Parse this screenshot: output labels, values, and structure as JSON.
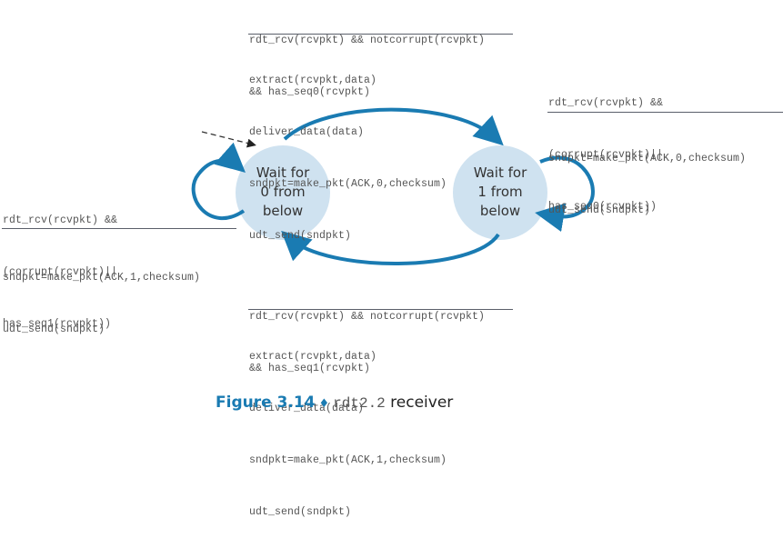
{
  "states": {
    "s0": {
      "lines": [
        "Wait for",
        "0 from",
        "below"
      ]
    },
    "s1": {
      "lines": [
        "Wait for",
        "1 from",
        "below"
      ]
    }
  },
  "transitions": {
    "s0_to_s1": {
      "event": [
        "rdt_rcv(rcvpkt) && notcorrupt(rcvpkt)",
        "&& has_seq0(rcvpkt)"
      ],
      "actions": [
        "extract(rcvpkt,data)",
        "deliver_data(data)",
        "sndpkt=make_pkt(ACK,0,checksum)",
        "udt_send(sndpkt)"
      ]
    },
    "s1_self": {
      "event": [
        "rdt_rcv(rcvpkt) &&",
        "(corrupt(rcvpkt)||",
        "has_seq0(rcvpkt))"
      ],
      "actions": [
        "sndpkt=make_pkt(ACK,0,checksum)",
        "udt_send(sndpkt)"
      ]
    },
    "s0_self": {
      "event": [
        "rdt_rcv(rcvpkt) &&",
        "(corrupt(rcvpkt)||",
        "has_seq1(rcvpkt))"
      ],
      "actions": [
        "sndpkt=make_pkt(ACK,1,checksum)",
        "udt_send(sndpkt)"
      ]
    },
    "s1_to_s0": {
      "event": [
        "rdt_rcv(rcvpkt) && notcorrupt(rcvpkt)",
        "&& has_seq1(rcvpkt)"
      ],
      "actions": [
        "extract(rcvpkt,data)",
        "deliver_data(data)",
        "sndpkt=make_pkt(ACK,1,checksum)",
        "udt_send(sndpkt)"
      ]
    }
  },
  "caption": {
    "figure": "Figure 3.14",
    "separator": "♦",
    "code": "rdt2.2",
    "text": " receiver"
  },
  "colors": {
    "state_fill": "#cfe2f0",
    "arrow": "#1a7bb2",
    "rule": "#5a5f6a",
    "initial_arrow": "#333333"
  }
}
